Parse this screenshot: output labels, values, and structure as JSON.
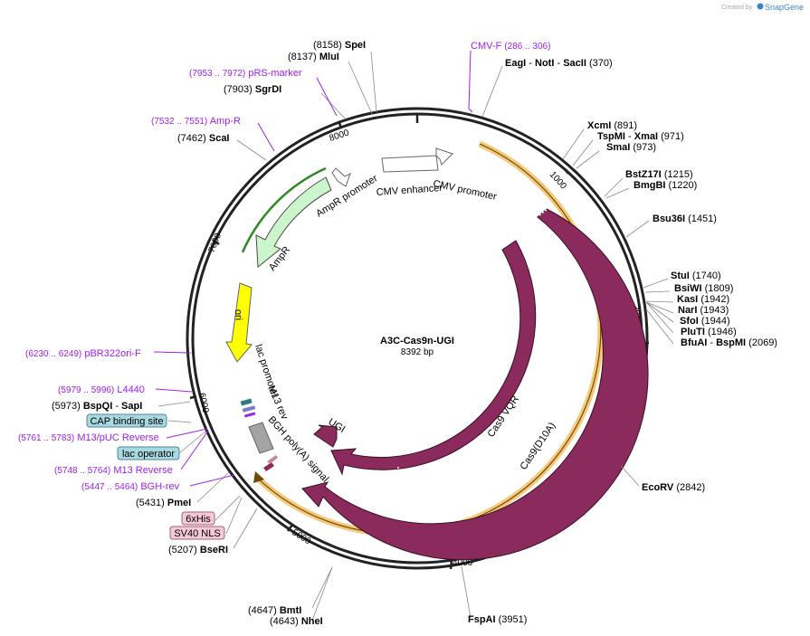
{
  "header": {
    "created_by": "Created by",
    "brand": "SnapGene"
  },
  "plasmid": {
    "name": "A3C-Cas9n-UGI",
    "length": "8392 bp"
  },
  "ticks": [
    "1000",
    "2000",
    "3000",
    "4000",
    "5000",
    "6000",
    "7000",
    "8000"
  ],
  "sites": [
    {
      "pos": "(8158)",
      "name": "SpeI"
    },
    {
      "pos": "(8137)",
      "name": "MluI"
    },
    {
      "pos": "(7903)",
      "name": "SgrDI"
    },
    {
      "pos": "(7462)",
      "name": "ScaI"
    },
    {
      "name": "EagI",
      "sep1": " - ",
      "name2": "NotI",
      "sep2": " - ",
      "name3": "SacII",
      "pos": "(370)"
    },
    {
      "name": "XcmI",
      "pos": "(891)"
    },
    {
      "name": "TspMI",
      "sep1": " - ",
      "name2": "XmaI",
      "pos": "(971)"
    },
    {
      "name": "SmaI",
      "pos": "(973)"
    },
    {
      "name": "BstZ17I",
      "pos": "(1215)"
    },
    {
      "name": "BmgBI",
      "pos": "(1220)"
    },
    {
      "name": "Bsu36I",
      "pos": "(1451)"
    },
    {
      "name": "StuI",
      "pos": "(1740)"
    },
    {
      "name": "BsiWI",
      "pos": "(1809)"
    },
    {
      "name": "KasI",
      "pos": "(1942)"
    },
    {
      "name": "NarI",
      "pos": "(1943)"
    },
    {
      "name": "SfoI",
      "pos": "(1944)"
    },
    {
      "name": "PluTI",
      "pos": "(1946)"
    },
    {
      "name": "BfuAI",
      "sep1": " - ",
      "name2": "BspMI",
      "pos": "(2069)"
    },
    {
      "name": "EcoRV",
      "pos": "(2842)"
    },
    {
      "name": "FspAI",
      "pos": "(3951)"
    },
    {
      "pos": "(4647)",
      "name": "BmtI"
    },
    {
      "pos": "(4643)",
      "name": "NheI"
    },
    {
      "pos": "(5207)",
      "name": "BseRI"
    },
    {
      "pos": "(5431)",
      "name": "PmeI"
    },
    {
      "pos": "(5973)",
      "name": "BspQI",
      "sep1": " - ",
      "name2": "SapI"
    }
  ],
  "primers": [
    {
      "name": "CMV-F",
      "range": "(286 .. 306)"
    },
    {
      "range": "(7953 .. 7972)",
      "name": "pRS-marker"
    },
    {
      "range": "(7532 .. 7551)",
      "name": "Amp-R"
    },
    {
      "range": "(6230 .. 6249)",
      "name": "pBR322ori-F"
    },
    {
      "range": "(5979 .. 5996)",
      "name": "L4440"
    },
    {
      "range": "(5761 .. 5783)",
      "name": "M13/pUC Reverse"
    },
    {
      "range": "(5748 .. 5764)",
      "name": "M13 Reverse"
    },
    {
      "range": "(5447 .. 5464)",
      "name": "BGH-rev"
    }
  ],
  "boxed": [
    {
      "label": "CAP binding site",
      "color": "#a8d8e0"
    },
    {
      "label": "lac operator",
      "color": "#a8d8e0"
    },
    {
      "label": "6xHis",
      "color": "#f4c8d8"
    },
    {
      "label": "SV40 NLS",
      "color": "#f4c8d8"
    }
  ],
  "features": {
    "cmv_promoter": "CMV promoter",
    "cmv_enhancer": "CMV enhancer",
    "ampr_promoter": "AmpR promoter",
    "ampr": "AmpR",
    "ori": "ori",
    "lac_promoter": "lac promoter",
    "m13_rev": "M13 rev",
    "bgh": "BGH poly(A) signal",
    "ugi": "UGI",
    "cas9_vqr": "Cas9 VQR",
    "cas9_d10a": "Cas9(D10A)"
  },
  "colors": {
    "cas9": "#8b2a5c",
    "ampr": "#ccf5cc",
    "ori": "#ffff00",
    "primer": "#a020f0",
    "orange_band": "#f5c87a"
  }
}
